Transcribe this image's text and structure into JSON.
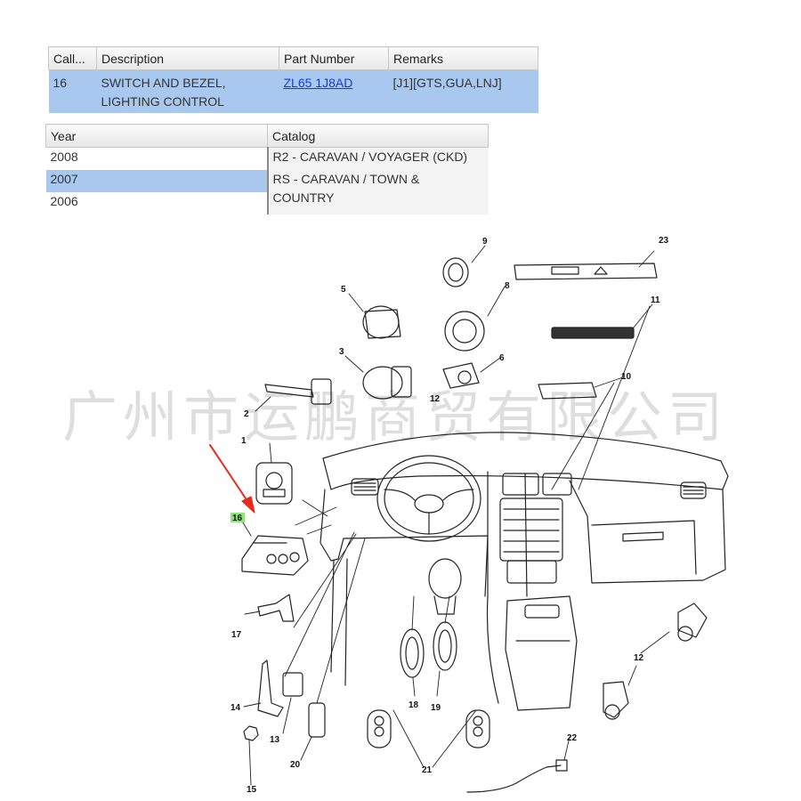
{
  "parts_table": {
    "headers": [
      "Call...",
      "Description",
      "Part Number",
      "Remarks"
    ],
    "row": {
      "call": "16",
      "description": "SWITCH AND BEZEL, LIGHTING CONTROL",
      "part_number": "ZL65 1J8AD",
      "remarks": "[J1][GTS,GUA,LNJ]"
    }
  },
  "year_catalog_table": {
    "year_header": "Year",
    "catalog_header": "Catalog",
    "years": [
      "2008",
      "2007",
      "2006"
    ],
    "selected_year": "2007",
    "catalogs": [
      "R2 - CARAVAN / VOYAGER (CKD)",
      "RS - CARAVAN / TOWN & COUNTRY"
    ]
  },
  "diagram": {
    "highlighted_callout": "16",
    "callouts": [
      "1",
      "2",
      "3",
      "5",
      "6",
      "8",
      "9",
      "10",
      "11",
      "12",
      "12",
      "13",
      "14",
      "15",
      "16",
      "17",
      "18",
      "19",
      "20",
      "21",
      "22",
      "23"
    ]
  },
  "watermark": "广州市运鹏商贸有限公司",
  "colors": {
    "selected_row": "#a8c8f0",
    "link": "#1a3cd6",
    "highlight": "#8ee27a",
    "arrow": "#e8291c"
  }
}
